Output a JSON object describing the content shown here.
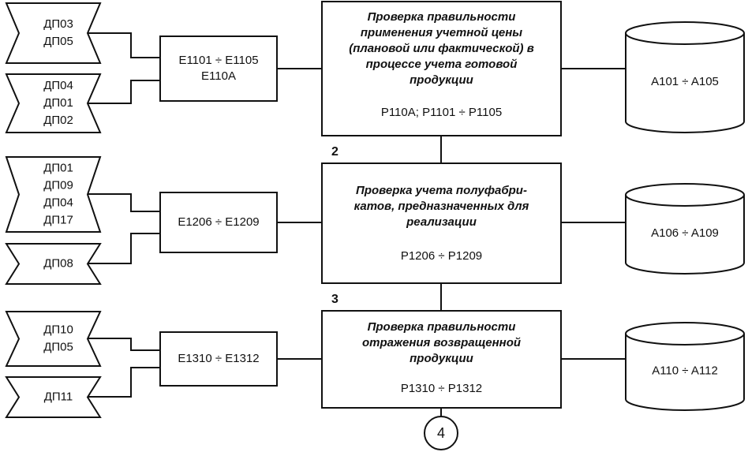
{
  "documents": [
    {
      "id": "d1",
      "lines": [
        "ДП03",
        "ДП05"
      ]
    },
    {
      "id": "d2",
      "lines": [
        "ДП04",
        "ДП01",
        "ДП02"
      ]
    },
    {
      "id": "d3",
      "lines": [
        "ДП01",
        "ДП09",
        "ДП04",
        "ДП17"
      ]
    },
    {
      "id": "d4",
      "lines": [
        "ДП08"
      ]
    },
    {
      "id": "d5",
      "lines": [
        "ДП10",
        "ДП05"
      ]
    },
    {
      "id": "d6",
      "lines": [
        "ДП11"
      ]
    }
  ],
  "e_boxes": [
    {
      "id": "e1",
      "lines": [
        "E1101 ÷ E1105",
        "E110A"
      ]
    },
    {
      "id": "e2",
      "lines": [
        "E1206 ÷ E1209"
      ]
    },
    {
      "id": "e3",
      "lines": [
        "E1310 ÷ E1312"
      ]
    }
  ],
  "processes": [
    {
      "id": "p1",
      "number": "",
      "title_lines": [
        "Проверка правильности",
        "применения учетной цены",
        "(плановой или фактической) в",
        "процессе учета готовой",
        "продукции"
      ],
      "code": "P110A; P1101 ÷ P1105"
    },
    {
      "id": "p2",
      "number": "2",
      "title_lines": [
        "Проверка учета полуфабри-",
        "катов, предназначенных для",
        "реализации"
      ],
      "code": "P1206 ÷ P1209"
    },
    {
      "id": "p3",
      "number": "3",
      "title_lines": [
        "Проверка правильности",
        "отражения возвращенной",
        "продукции"
      ],
      "code": "P1310 ÷ P1312"
    }
  ],
  "databases": [
    {
      "id": "a1",
      "label": "A101 ÷ A105"
    },
    {
      "id": "a2",
      "label": "A106 ÷ A109"
    },
    {
      "id": "a3",
      "label": "A110 ÷ A112"
    }
  ],
  "connector": {
    "label": "4"
  }
}
